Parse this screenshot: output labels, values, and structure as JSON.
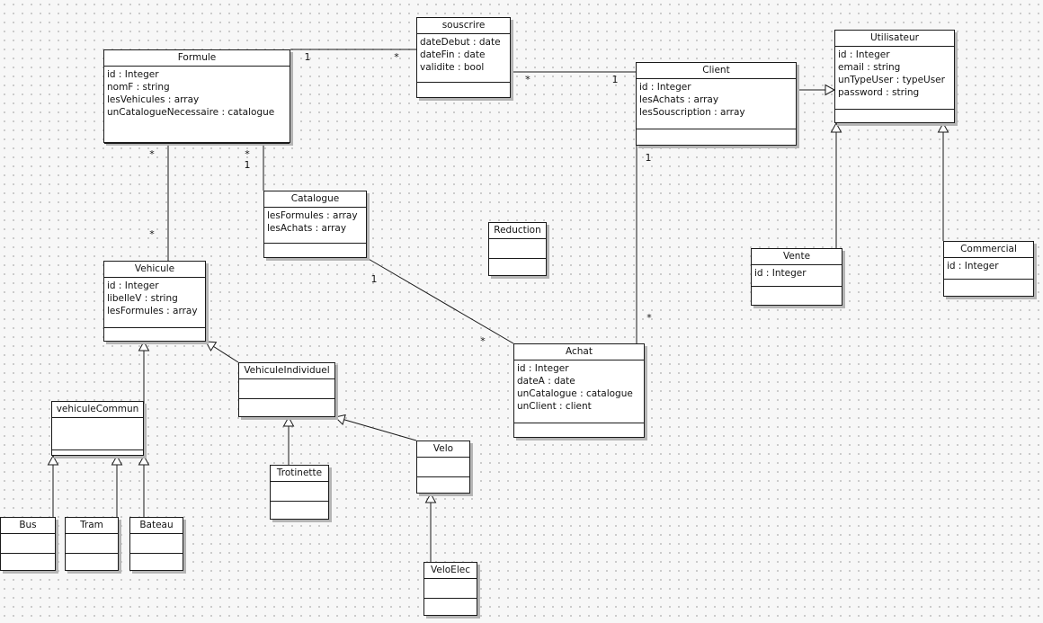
{
  "classes": [
    {
      "id": "formule",
      "name": "Formule",
      "attrs": [
        "id : Integer",
        "nomF : string",
        "lesVehicules : array",
        "unCatalogueNecessaire : catalogue"
      ]
    },
    {
      "id": "souscrire",
      "name": "souscrire",
      "attrs": [
        "dateDebut : date",
        "dateFin : date",
        "validite : bool"
      ]
    },
    {
      "id": "client",
      "name": "Client",
      "attrs": [
        "id : Integer",
        "lesAchats : array",
        "lesSouscription : array"
      ]
    },
    {
      "id": "utilisateur",
      "name": "Utilisateur",
      "attrs": [
        "id : Integer",
        "email : string",
        "unTypeUser : typeUser",
        "password : string"
      ]
    },
    {
      "id": "catalogue",
      "name": "Catalogue",
      "attrs": [
        "lesFormules : array",
        "lesAchats : array"
      ]
    },
    {
      "id": "reduction",
      "name": "Reduction",
      "attrs": []
    },
    {
      "id": "vente",
      "name": "Vente",
      "attrs": [
        "id : Integer"
      ]
    },
    {
      "id": "commercial",
      "name": "Commercial",
      "attrs": [
        "id : Integer"
      ]
    },
    {
      "id": "vehicule",
      "name": "Vehicule",
      "attrs": [
        "id : Integer",
        "libelleV : string",
        "lesFormules : array"
      ]
    },
    {
      "id": "vehiculeindividuel",
      "name": "VehiculeIndividuel",
      "attrs": []
    },
    {
      "id": "achat",
      "name": "Achat",
      "attrs": [
        "id : Integer",
        "dateA : date",
        "unCatalogue : catalogue",
        "unClient : client"
      ]
    },
    {
      "id": "vehiculecommun",
      "name": "vehiculeCommun",
      "attrs": []
    },
    {
      "id": "trotinette",
      "name": "Trotinette",
      "attrs": []
    },
    {
      "id": "velo",
      "name": "Velo",
      "attrs": []
    },
    {
      "id": "bus",
      "name": "Bus",
      "attrs": []
    },
    {
      "id": "tram",
      "name": "Tram",
      "attrs": []
    },
    {
      "id": "bateau",
      "name": "Bateau",
      "attrs": []
    },
    {
      "id": "veloelec",
      "name": "VeloElec",
      "attrs": []
    }
  ],
  "associations": [
    {
      "id": "formule-souscrire",
      "from": "formule",
      "to": "souscrire",
      "from_mult": "1",
      "to_mult": "*"
    },
    {
      "id": "souscrire-client",
      "from": "souscrire",
      "to": "client",
      "from_mult": "*",
      "to_mult": "1"
    },
    {
      "id": "formule-vehicule",
      "from": "formule",
      "to": "vehicule",
      "from_mult": "*",
      "to_mult": "*"
    },
    {
      "id": "formule-catalogue",
      "from": "formule",
      "to": "catalogue",
      "from_mult": "*",
      "to_mult": "1"
    },
    {
      "id": "catalogue-achat",
      "from": "catalogue",
      "to": "achat",
      "from_mult": "1",
      "to_mult": "*"
    },
    {
      "id": "client-achat",
      "from": "client",
      "to": "achat",
      "from_mult": "1",
      "to_mult": "*"
    }
  ],
  "generalizations": [
    {
      "child": "client",
      "parent": "utilisateur"
    },
    {
      "child": "vente",
      "parent": "utilisateur"
    },
    {
      "child": "commercial",
      "parent": "utilisateur"
    },
    {
      "child": "vehiculecommun",
      "parent": "vehicule"
    },
    {
      "child": "vehiculeindividuel",
      "parent": "vehicule"
    },
    {
      "child": "trotinette",
      "parent": "vehiculeindividuel"
    },
    {
      "child": "velo",
      "parent": "vehiculeindividuel"
    },
    {
      "child": "veloelec",
      "parent": "velo"
    },
    {
      "child": "bus",
      "parent": "vehiculecommun"
    },
    {
      "child": "tram",
      "parent": "vehiculecommun"
    },
    {
      "child": "bateau",
      "parent": "vehiculecommun"
    }
  ]
}
